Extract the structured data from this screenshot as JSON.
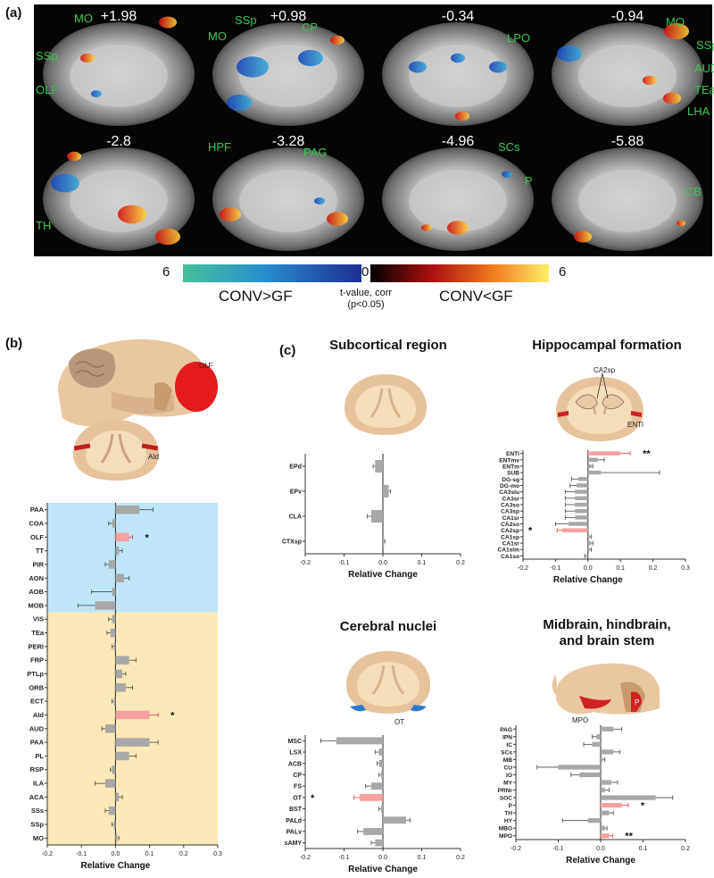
{
  "panel_a": {
    "letter": "(a)",
    "slices": [
      {
        "coord": "+1.98",
        "labels": [
          "MO",
          "SSp",
          "OLF"
        ]
      },
      {
        "coord": "+0.98",
        "labels": [
          "SSp",
          "MO",
          "CP"
        ]
      },
      {
        "coord": "-0.34",
        "labels": [
          "LPO"
        ]
      },
      {
        "coord": "-0.94",
        "labels": [
          "MO",
          "SSp",
          "AUD",
          "TEa",
          "LHA"
        ]
      },
      {
        "coord": "-2.8",
        "labels": [
          "TH"
        ]
      },
      {
        "coord": "-3.28",
        "labels": [
          "HPF",
          "PAG"
        ]
      },
      {
        "coord": "-4.96",
        "labels": [
          "SCs",
          "P"
        ]
      },
      {
        "coord": "-5.88",
        "labels": [
          "CB"
        ]
      }
    ],
    "colorbar": {
      "left_max": "6",
      "center": "0",
      "right_max": "6",
      "left_label": "CONV>GF",
      "right_label": "CONV<GF",
      "center_line1": "t-value, corr",
      "center_line2": "(p<0.05)"
    }
  },
  "panel_b": {
    "letter": "(b)",
    "sagittal_label": "OLF",
    "coronal_label": "AId"
  },
  "panel_c": {
    "letter": "(c)",
    "subcortical_title": "Subcortical region",
    "hippocampal_title": "Hippocampal formation",
    "cerebral_title": "Cerebral nuclei",
    "midbrain_title_line1": "Midbrain, hindbrain,",
    "midbrain_title_line2": "and brain stem",
    "hpf_label_top": "CA2sp",
    "hpf_label_side": "ENTl",
    "cn_label": "OT",
    "mb_label_mpo": "MPO",
    "mb_label_p": "P"
  },
  "chart_data": [
    {
      "id": "olfactory-cortical",
      "type": "bar",
      "orientation": "horizontal",
      "xlabel": "Relative Change",
      "xlim": [
        -0.2,
        0.3
      ],
      "xticks": [
        "-0.2",
        "-0.1",
        "0.0",
        "0.1",
        "0.2",
        "0.3"
      ],
      "categories": [
        "PAA",
        "COA",
        "OLF",
        "TT",
        "PIR",
        "AON",
        "AOB",
        "MOB",
        "VIS",
        "TEa",
        "PERI",
        "FRP",
        "PTLp",
        "ORB",
        "ECT",
        "AId",
        "AUD",
        "PAA",
        "PL",
        "RSP",
        "ILA",
        "ACA",
        "SSs",
        "SSp",
        "MO"
      ],
      "values": [
        0.07,
        -0.01,
        0.04,
        0.01,
        -0.02,
        0.025,
        -0.01,
        -0.06,
        -0.01,
        -0.015,
        -0.005,
        0.04,
        0.02,
        0.03,
        -0.005,
        0.1,
        -0.03,
        0.1,
        0.04,
        -0.01,
        -0.03,
        0.01,
        -0.02,
        -0.005,
        0.005
      ],
      "errors": [
        0.04,
        0.01,
        0.01,
        0.01,
        0.01,
        0.015,
        0.06,
        0.05,
        0.01,
        0.01,
        0.005,
        0.02,
        0.01,
        0.02,
        0.005,
        0.025,
        0.01,
        0.025,
        0.02,
        0.005,
        0.03,
        0.01,
        0.01,
        0.005,
        0.005
      ],
      "highlight": [
        "OLF",
        "AId"
      ],
      "significance": {
        "OLF": "*",
        "AId": "*"
      },
      "groups": [
        {
          "name": "olfactory",
          "from": 0,
          "to": 7,
          "color": "#bfe6f7"
        },
        {
          "name": "cortical",
          "from": 8,
          "to": 24,
          "color": "#fbe9b7"
        }
      ]
    },
    {
      "id": "subcortical",
      "type": "bar",
      "orientation": "horizontal",
      "xlabel": "Relative Change",
      "xlim": [
        -0.2,
        0.2
      ],
      "xticks": [
        "-0.2",
        "-0.1",
        "0.0",
        "0.1",
        "0.2"
      ],
      "categories": [
        "EPd",
        "EPv",
        "CLA",
        "CTXsp"
      ],
      "values": [
        -0.02,
        0.015,
        -0.03,
        0.003
      ],
      "errors": [
        0.005,
        0.005,
        0.01,
        0.002
      ],
      "highlight": [],
      "significance": {}
    },
    {
      "id": "hippocampal",
      "type": "bar",
      "orientation": "horizontal",
      "xlabel": "Relative Change",
      "xlim": [
        -0.2,
        0.3
      ],
      "xticks": [
        "-0.2",
        "-0.1",
        "0.0",
        "0.1",
        "0.2",
        "0.3"
      ],
      "categories": [
        "ENTl",
        "ENTmv",
        "ENTm",
        "SUB",
        "DG-sg",
        "DG-mo",
        "CA3slu",
        "CA3sr",
        "CA3so",
        "CA3sp",
        "CA1sr",
        "CA2so",
        "CA2sp",
        "CA1sp",
        "CA1sr",
        "CA1slm",
        "CA1so"
      ],
      "values": [
        0.1,
        0.03,
        0.01,
        0.04,
        -0.03,
        -0.035,
        -0.04,
        -0.04,
        -0.04,
        -0.04,
        -0.04,
        -0.06,
        -0.08,
        0.005,
        0.01,
        0.005,
        -0.005
      ],
      "errors": [
        0.03,
        0.02,
        0.005,
        0.18,
        0.02,
        0.02,
        0.03,
        0.03,
        0.03,
        0.03,
        0.03,
        0.04,
        0.015,
        0.005,
        0.005,
        0.005,
        0.005
      ],
      "highlight": [
        "ENTl",
        "CA2sp"
      ],
      "significance": {
        "ENTl": "**",
        "CA2sp": "*"
      }
    },
    {
      "id": "cerebral-nuclei",
      "type": "bar",
      "orientation": "horizontal",
      "xlabel": "Relative Change",
      "xlim": [
        -0.2,
        0.2
      ],
      "xticks": [
        "-0.2",
        "-0.1",
        "0.0",
        "0.1",
        "0.2"
      ],
      "categories": [
        "MSC",
        "LSX",
        "ACB",
        "CP",
        "FS",
        "OT",
        "BST",
        "PALd",
        "PALv",
        "sAMY"
      ],
      "values": [
        -0.12,
        -0.01,
        -0.01,
        -0.005,
        -0.03,
        -0.06,
        -0.005,
        0.06,
        -0.05,
        -0.02
      ],
      "errors": [
        0.04,
        0.01,
        0.005,
        0.005,
        0.015,
        0.015,
        0.005,
        0.01,
        0.015,
        0.01
      ],
      "highlight": [
        "OT"
      ],
      "significance": {
        "OT": "*"
      }
    },
    {
      "id": "midbrain",
      "type": "bar",
      "orientation": "horizontal",
      "xlabel": "Relative Change",
      "xlim": [
        -0.2,
        0.2
      ],
      "xticks": [
        "-0.2",
        "-0.1",
        "0.0",
        "0.1",
        "0.2"
      ],
      "categories": [
        "PAG",
        "IPN",
        "IC",
        "SCs",
        "MB",
        "CU",
        "IO",
        "MY",
        "PRNr",
        "SOC",
        "P",
        "TH",
        "HY",
        "MBO",
        "MPO"
      ],
      "values": [
        0.03,
        -0.01,
        -0.02,
        0.03,
        0.005,
        -0.1,
        -0.05,
        0.025,
        0.01,
        0.13,
        0.05,
        0.02,
        -0.03,
        0.01,
        0.02
      ],
      "errors": [
        0.02,
        0.01,
        0.02,
        0.015,
        0.005,
        0.05,
        0.02,
        0.015,
        0.01,
        0.04,
        0.015,
        0.01,
        0.06,
        0.005,
        0.008
      ],
      "highlight": [
        "P",
        "MPO"
      ],
      "significance": {
        "P": "*",
        "MPO": "**"
      }
    }
  ]
}
